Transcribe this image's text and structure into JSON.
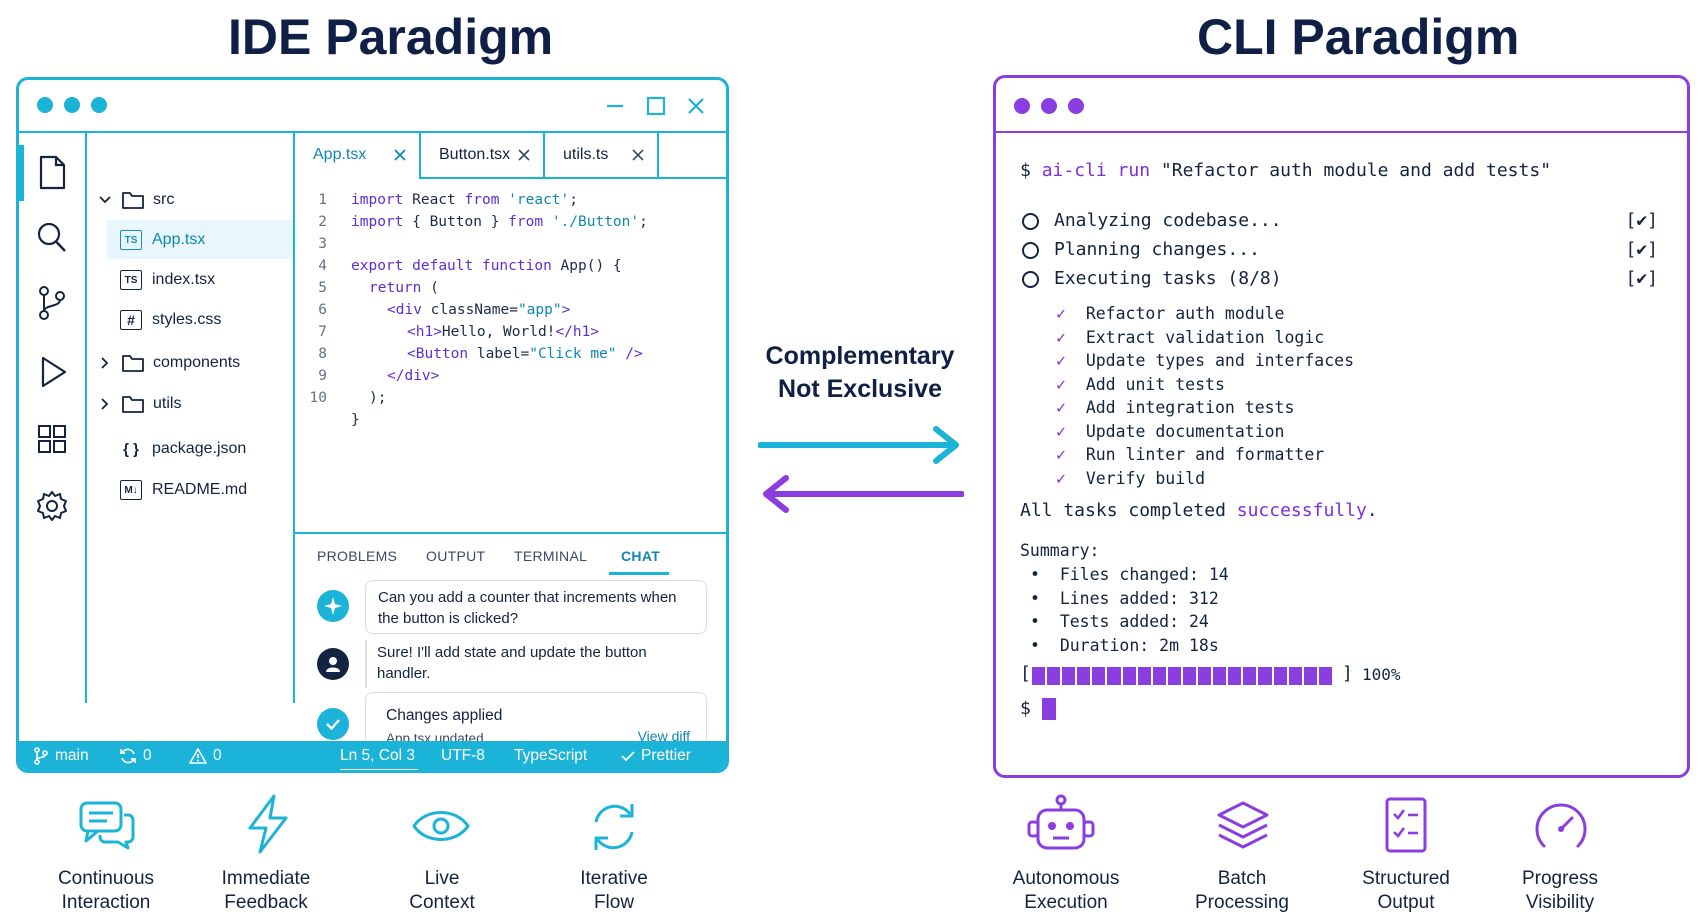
{
  "titles": {
    "ide": "IDE Paradigm",
    "cli": "CLI Paradigm"
  },
  "middle": {
    "line1": "Complementary",
    "line2": "Not Exclusive"
  },
  "colors": {
    "ide_accent": "#1cb3d9",
    "cli_accent": "#8a3ee0",
    "title": "#0f1f45"
  },
  "ide": {
    "window_controls": [
      "minimize-icon",
      "maximize-icon",
      "close-icon"
    ],
    "activity_bar": [
      "file-icon",
      "search-icon",
      "git-branch-icon",
      "run-icon",
      "extensions-icon",
      "gear-icon"
    ],
    "explorer": {
      "src": "src",
      "files": [
        {
          "badge": "TS",
          "name": "App.tsx"
        },
        {
          "badge": "TS",
          "name": "index.tsx"
        },
        {
          "badge": "#",
          "name": "styles.css"
        }
      ],
      "folders": [
        "components",
        "utils"
      ],
      "root_files": [
        {
          "badge": "{ }",
          "name": "package.json"
        },
        {
          "badge": "M↓",
          "name": "README.md"
        }
      ]
    },
    "tabs": [
      "App.tsx",
      "Button.tsx",
      "utils.ts"
    ],
    "code_lines": [
      "1",
      "2",
      "3",
      "4",
      "5",
      "6",
      "7",
      "8",
      "9",
      "10"
    ],
    "code": {
      "l1": [
        "import",
        " React ",
        "from",
        " ",
        "'react'",
        ";"
      ],
      "l2": [
        "import",
        " { Button } ",
        "from",
        " ",
        "'./Button'",
        ";"
      ],
      "l4": [
        "export",
        " ",
        "default",
        " ",
        "function",
        " App() {"
      ],
      "l5": [
        "return",
        " ("
      ],
      "l6": [
        "<div",
        " className=",
        "\"app\"",
        ">"
      ],
      "l7": [
        "<h1>",
        "Hello, World!",
        "</h1>"
      ],
      "l8": [
        "<Button",
        " label=",
        "\"Click me\"",
        " />"
      ],
      "l9": [
        "</div>"
      ],
      "l10": [
        ");"
      ],
      "l11": [
        "}"
      ]
    },
    "panel_tabs": [
      "PROBLEMS",
      "OUTPUT",
      "TERMINAL",
      "CHAT"
    ],
    "chat": {
      "user_msg": "Can you add a counter that increments when the button is clicked?",
      "assistant_msg": "Sure! I'll add state and update the button handler.",
      "applied_title": "Changes applied",
      "applied_sub": "App.tsx updated",
      "view_diff": "View diff"
    },
    "status": {
      "branch": "main",
      "sync": "0",
      "warnings": "0",
      "position": "Ln 5, Col 3",
      "encoding": "UTF-8",
      "language": "TypeScript",
      "formatter": "Prettier"
    }
  },
  "cli": {
    "prompt": "$",
    "cmd": "ai-cli run",
    "cmd_arg": " \"Refactor auth module and add tests\"",
    "phases": [
      {
        "label": "Analyzing codebase...",
        "status": "[✔]"
      },
      {
        "label": "Planning changes...",
        "status": "[✔]"
      },
      {
        "label": "Executing tasks (8/8)",
        "status": "[✔]"
      }
    ],
    "tasks": [
      "Refactor auth module",
      "Extract validation logic",
      "Update types and interfaces",
      "Add unit tests",
      "Add integration tests",
      "Update documentation",
      "Run linter and formatter",
      "Verify build"
    ],
    "done_prefix": "All tasks completed ",
    "done_word": "successfully",
    "done_suffix": ".",
    "summary_title": "Summary:",
    "summary": [
      "Files changed: 14",
      "Lines added: 312",
      "Tests added: 24",
      "Duration: 2m 18s"
    ],
    "progress": {
      "percent": 100,
      "label": "100%",
      "open": "[",
      "close": "]"
    }
  },
  "features_ide": [
    {
      "icon": "chat-bubbles-icon",
      "line1": "Continuous",
      "line2": "Interaction"
    },
    {
      "icon": "lightning-icon",
      "line1": "Immediate",
      "line2": "Feedback"
    },
    {
      "icon": "eye-icon",
      "line1": "Live",
      "line2": "Context"
    },
    {
      "icon": "cycle-arrows-icon",
      "line1": "Iterative",
      "line2": "Flow"
    }
  ],
  "features_cli": [
    {
      "icon": "robot-icon",
      "line1": "Autonomous",
      "line2": "Execution"
    },
    {
      "icon": "layers-icon",
      "line1": "Batch",
      "line2": "Processing"
    },
    {
      "icon": "checklist-icon",
      "line1": "Structured",
      "line2": "Output"
    },
    {
      "icon": "gauge-icon",
      "line1": "Progress",
      "line2": "Visibility"
    }
  ]
}
